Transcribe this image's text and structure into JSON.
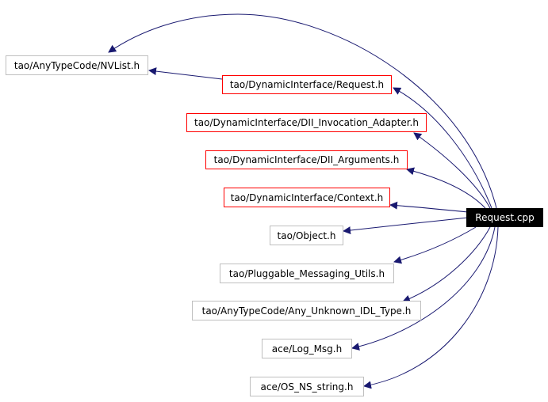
{
  "diagram": {
    "edge_color": "#191970",
    "nodes": [
      {
        "id": "request_cpp",
        "label": "Request.cpp",
        "style": "root"
      },
      {
        "id": "nvlist_h",
        "label": "tao/AnyTypeCode/NVList.h",
        "style": "gray"
      },
      {
        "id": "request_h",
        "label": "tao/DynamicInterface/Request.h",
        "style": "red"
      },
      {
        "id": "dii_invocation_adapter_h",
        "label": "tao/DynamicInterface/DII_Invocation_Adapter.h",
        "style": "red"
      },
      {
        "id": "dii_arguments_h",
        "label": "tao/DynamicInterface/DII_Arguments.h",
        "style": "red"
      },
      {
        "id": "context_h",
        "label": "tao/DynamicInterface/Context.h",
        "style": "red"
      },
      {
        "id": "object_h",
        "label": "tao/Object.h",
        "style": "gray"
      },
      {
        "id": "pluggable_messaging_utils_h",
        "label": "tao/Pluggable_Messaging_Utils.h",
        "style": "gray"
      },
      {
        "id": "any_unknown_idl_type_h",
        "label": "tao/AnyTypeCode/Any_Unknown_IDL_Type.h",
        "style": "gray"
      },
      {
        "id": "log_msg_h",
        "label": "ace/Log_Msg.h",
        "style": "gray"
      },
      {
        "id": "os_ns_string_h",
        "label": "ace/OS_NS_string.h",
        "style": "gray"
      }
    ],
    "edges": [
      {
        "from": "request_cpp",
        "to": "nvlist_h"
      },
      {
        "from": "request_cpp",
        "to": "request_h"
      },
      {
        "from": "request_h",
        "to": "nvlist_h"
      },
      {
        "from": "request_cpp",
        "to": "dii_invocation_adapter_h"
      },
      {
        "from": "request_cpp",
        "to": "dii_arguments_h"
      },
      {
        "from": "request_cpp",
        "to": "context_h"
      },
      {
        "from": "request_cpp",
        "to": "object_h"
      },
      {
        "from": "request_cpp",
        "to": "pluggable_messaging_utils_h"
      },
      {
        "from": "request_cpp",
        "to": "any_unknown_idl_type_h"
      },
      {
        "from": "request_cpp",
        "to": "log_msg_h"
      },
      {
        "from": "request_cpp",
        "to": "os_ns_string_h"
      }
    ]
  }
}
